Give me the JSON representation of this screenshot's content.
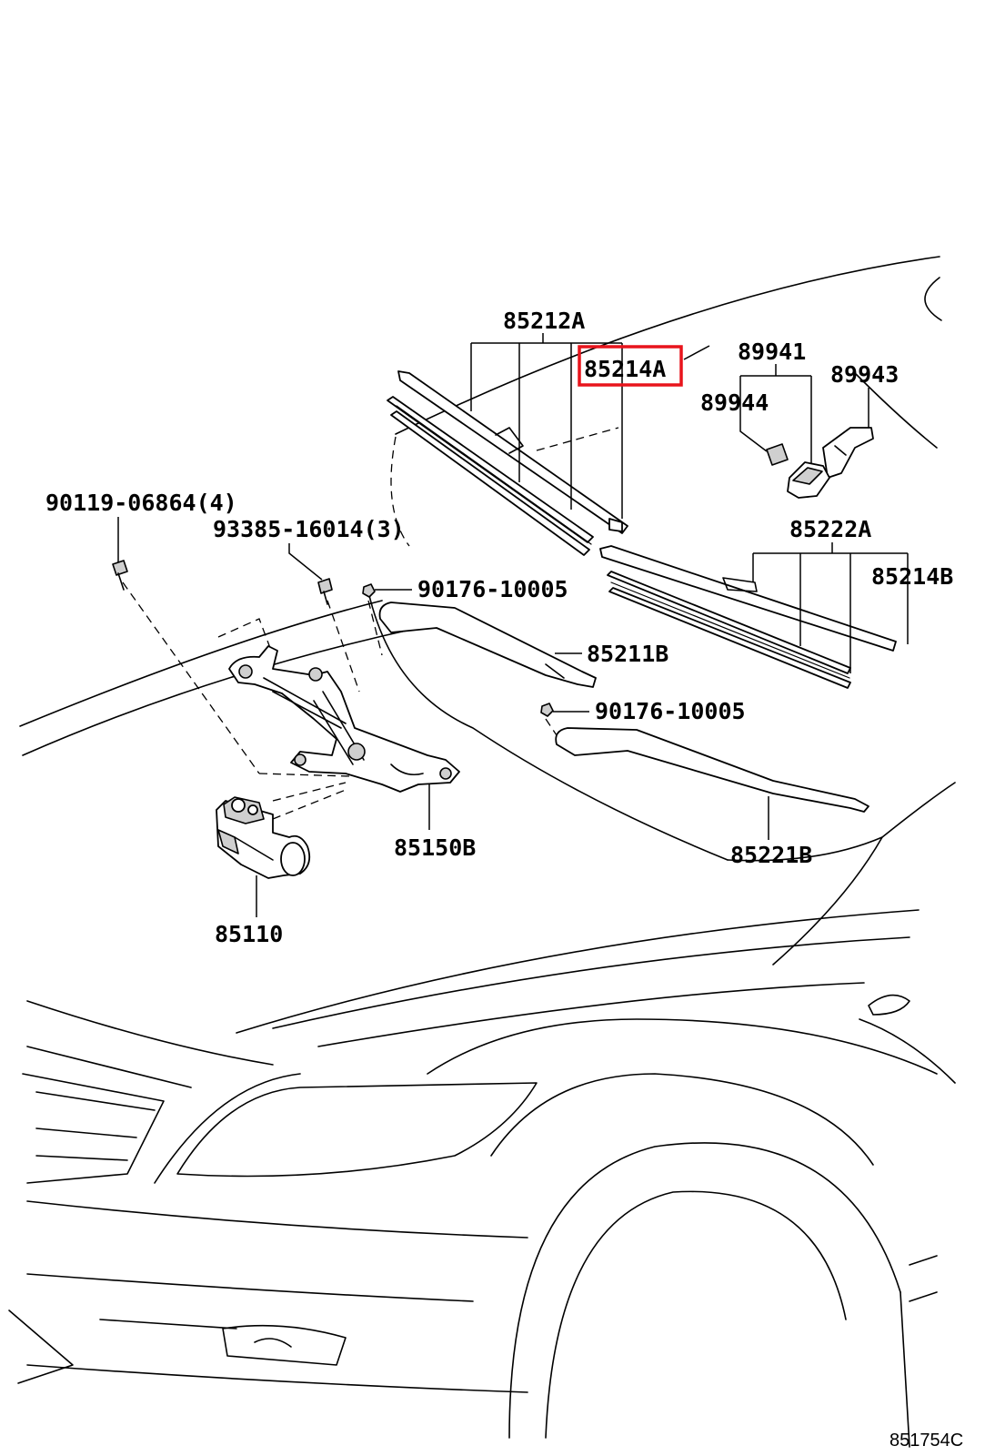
{
  "diagram": {
    "figure_id": "851754C",
    "highlight_color": "#e8141c",
    "highlighted_part": "85214A",
    "parts": {
      "p85212A": "85212A",
      "p85214A": "85214A",
      "p89941": "89941",
      "p89943": "89943",
      "p89944": "89944",
      "p90119": "90119-06864(4)",
      "p93385": "93385-16014(3)",
      "p90176a": "90176-10005",
      "p85222A": "85222A",
      "p85214B": "85214B",
      "p85211B": "85211B",
      "p90176b": "90176-10005",
      "p85150B": "85150B",
      "p85221B": "85221B",
      "p85110": "85110"
    }
  }
}
